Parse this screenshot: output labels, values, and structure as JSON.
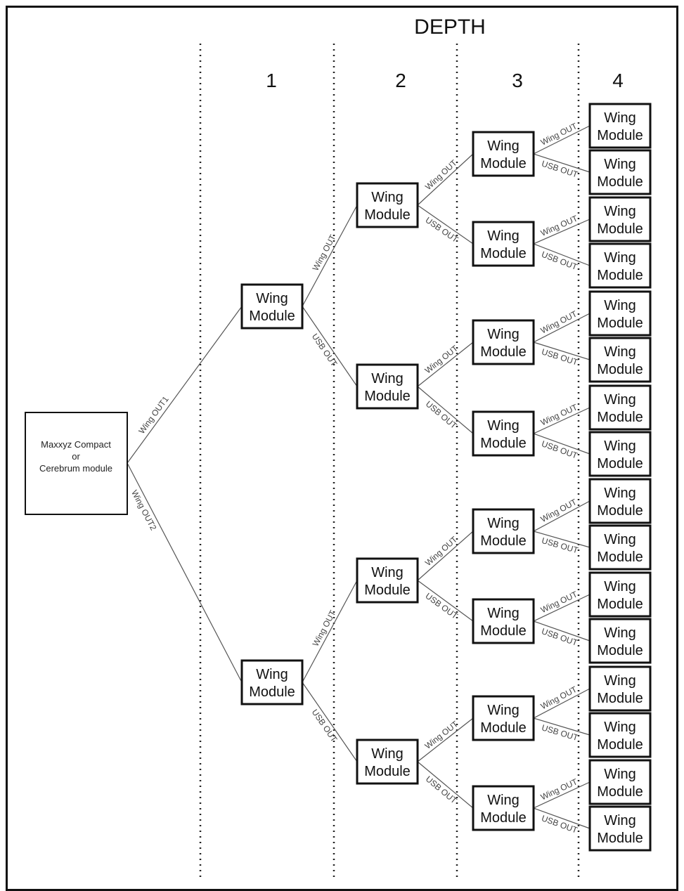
{
  "title": "DEPTH",
  "columns": [
    "1",
    "2",
    "3",
    "4"
  ],
  "root": {
    "lines": [
      "Maxxyz Compact",
      "or",
      "Cerebrum module"
    ]
  },
  "module": {
    "line1": "Wing",
    "line2": "Module"
  },
  "edges": {
    "root_upper": "Wing OUT1",
    "root_lower": "Wing OUT2",
    "upper": "Wing OUT",
    "lower": "USB OUT"
  }
}
